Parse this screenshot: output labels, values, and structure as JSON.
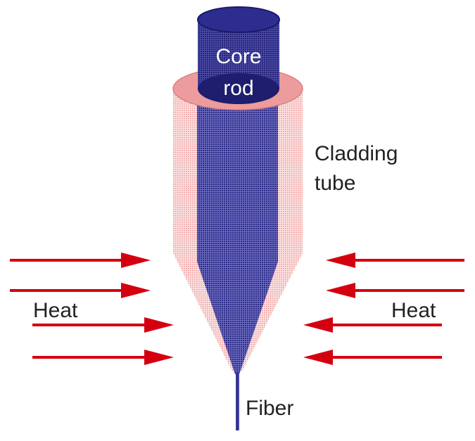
{
  "labels": {
    "core_line1": "Core",
    "core_line2": "rod",
    "cladding_line1": "Cladding",
    "cladding_line2": "tube",
    "heat_left": "Heat",
    "heat_right": "Heat",
    "fiber": "Fiber"
  },
  "colors": {
    "core": "#2b2a86",
    "core_dark": "#1e1d6e",
    "cladding": "#f0a8a8",
    "cladding_ring": "#e88e8e",
    "arrow": "#d4000f"
  },
  "arrows": {
    "left_count": 4,
    "right_count": 4,
    "direction": "inward"
  }
}
